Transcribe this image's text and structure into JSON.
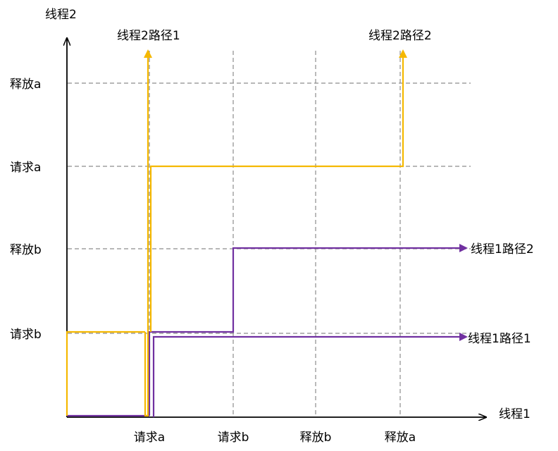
{
  "axes": {
    "x_title": "线程1",
    "y_title": "线程2",
    "x_ticks": [
      "请求a",
      "请求b",
      "释放b",
      "释放a"
    ],
    "y_ticks": [
      "请求b",
      "释放b",
      "请求a",
      "释放a"
    ]
  },
  "paths": {
    "thread2_path1": "线程2路径1",
    "thread2_path2": "线程2路径2",
    "thread1_path1": "线程1路径1",
    "thread1_path2": "线程1路径2"
  },
  "colors": {
    "thread2": "#F5B800",
    "thread1": "#7030A0",
    "grid": "#8C8C8C",
    "axis": "#000000"
  }
}
